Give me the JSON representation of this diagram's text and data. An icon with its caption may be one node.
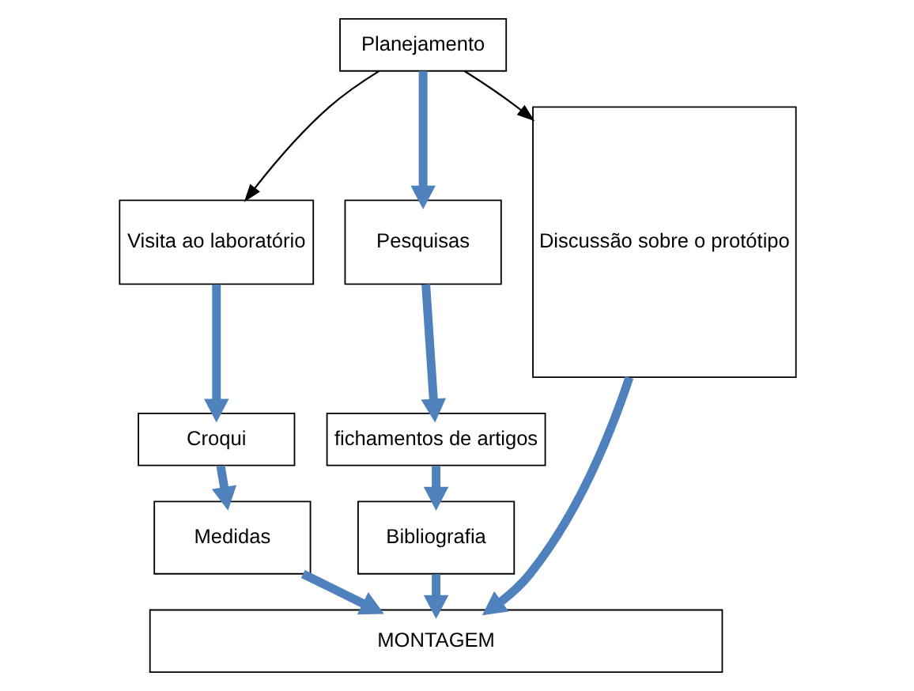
{
  "diagram": {
    "nodes": [
      {
        "text": [
          "Planejamento"
        ]
      },
      {
        "text": [
          "Visita ao laboratório"
        ]
      },
      {
        "text": [
          "Pesquisas"
        ]
      },
      {
        "text": [
          "Discussão sobre o protótipo"
        ]
      },
      {
        "text": [
          "Croqui"
        ]
      },
      {
        "text": [
          "fichamentos de artigos"
        ]
      },
      {
        "text": [
          "Medidas"
        ]
      },
      {
        "text": [
          "Bibliografia"
        ]
      },
      {
        "text": [
          "MONTAGEM"
        ]
      }
    ],
    "edges": [
      {
        "from": 0,
        "to": 1,
        "arrow": "to",
        "color": "#000000"
      },
      {
        "from": 0,
        "to": 2,
        "arrow": "to"
      },
      {
        "from": 0,
        "to": 3,
        "arrow": "to",
        "color": "#000000"
      },
      {
        "from": 1,
        "to": 4,
        "arrow": "to"
      },
      {
        "from": 2,
        "to": 5,
        "arrow": "to"
      },
      {
        "from": 4,
        "to": 6,
        "arrow": "to"
      },
      {
        "from": 5,
        "to": 7,
        "arrow": "to"
      },
      {
        "from": 6,
        "to": 8,
        "arrow": "to"
      },
      {
        "from": 7,
        "to": 8,
        "arrow": "to"
      },
      {
        "from": 3,
        "to": 8,
        "arrow": "to"
      }
    ]
  }
}
